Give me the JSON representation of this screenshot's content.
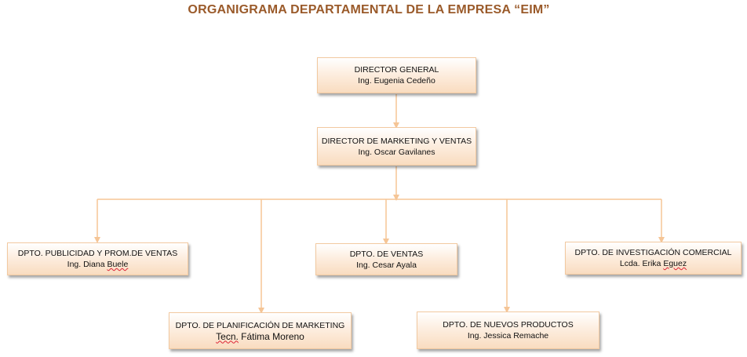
{
  "title": "ORGANIGRAMA DEPARTAMENTAL DE LA EMPRESA “EIM”",
  "nodes": {
    "director_general": {
      "role": "DIRECTOR GENERAL",
      "name": "Ing. Eugenia Cedeño"
    },
    "director_marketing": {
      "role": "DIRECTOR DE MARKETING Y VENTAS",
      "name": "Ing. Oscar Gavilanes"
    },
    "publicidad": {
      "role": "DPTO. PUBLICIDAD  Y PROM.DE VENTAS",
      "name_prefix": "Ing. Diana ",
      "name_wavy": "Buele"
    },
    "ventas": {
      "role": "DPTO. DE VENTAS",
      "name": "Ing. Cesar Ayala"
    },
    "investigacion": {
      "role": "DPTO. DE INVESTIGACIÓN COMERCIAL",
      "name_prefix": "Lcda. Erika ",
      "name_wavy": "Eguez"
    },
    "planificacion": {
      "role": "DPTO. DE PLANIFICACIÓN DE  MARKETING",
      "name_wavy": "Tecn.",
      "name_suffix": " Fátima Moreno"
    },
    "nuevos_productos": {
      "role": "DPTO. DE NUEVOS PRODUCTOS",
      "name": "Ing. Jessica Remache"
    }
  },
  "colors": {
    "title": "#9a5a2a",
    "connector": "#f5c596",
    "box_border": "#f2c9a0",
    "box_fill": "#fdeee0"
  }
}
